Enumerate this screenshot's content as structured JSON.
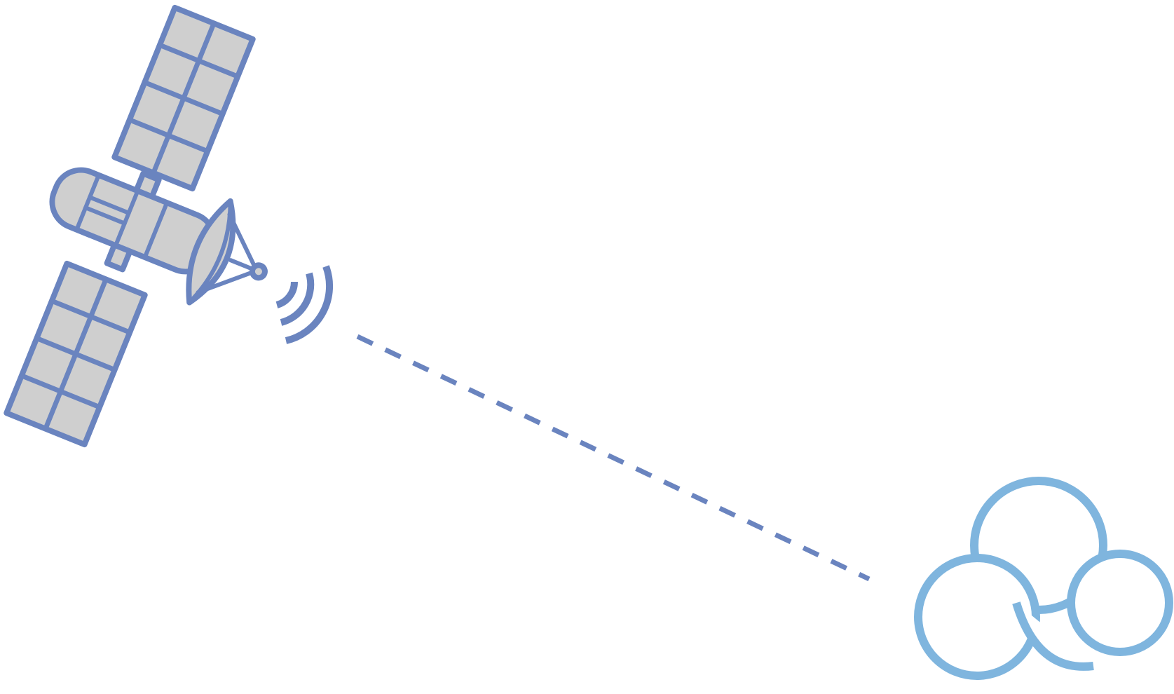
{
  "diagram": {
    "nodes": [
      {
        "id": "satellite",
        "icon": "satellite-icon"
      },
      {
        "id": "cloud",
        "icon": "cloud-icon"
      }
    ],
    "edges": [
      {
        "from": "satellite",
        "to": "cloud",
        "style": "dashed"
      }
    ]
  },
  "colors": {
    "background": "#ffffff",
    "satellite_stroke": "#6a84bf",
    "satellite_fill": "#cfcfcf",
    "signal": "#6a84bf",
    "link": "#6a84bf",
    "cloud_stroke": "#7fb5de"
  }
}
